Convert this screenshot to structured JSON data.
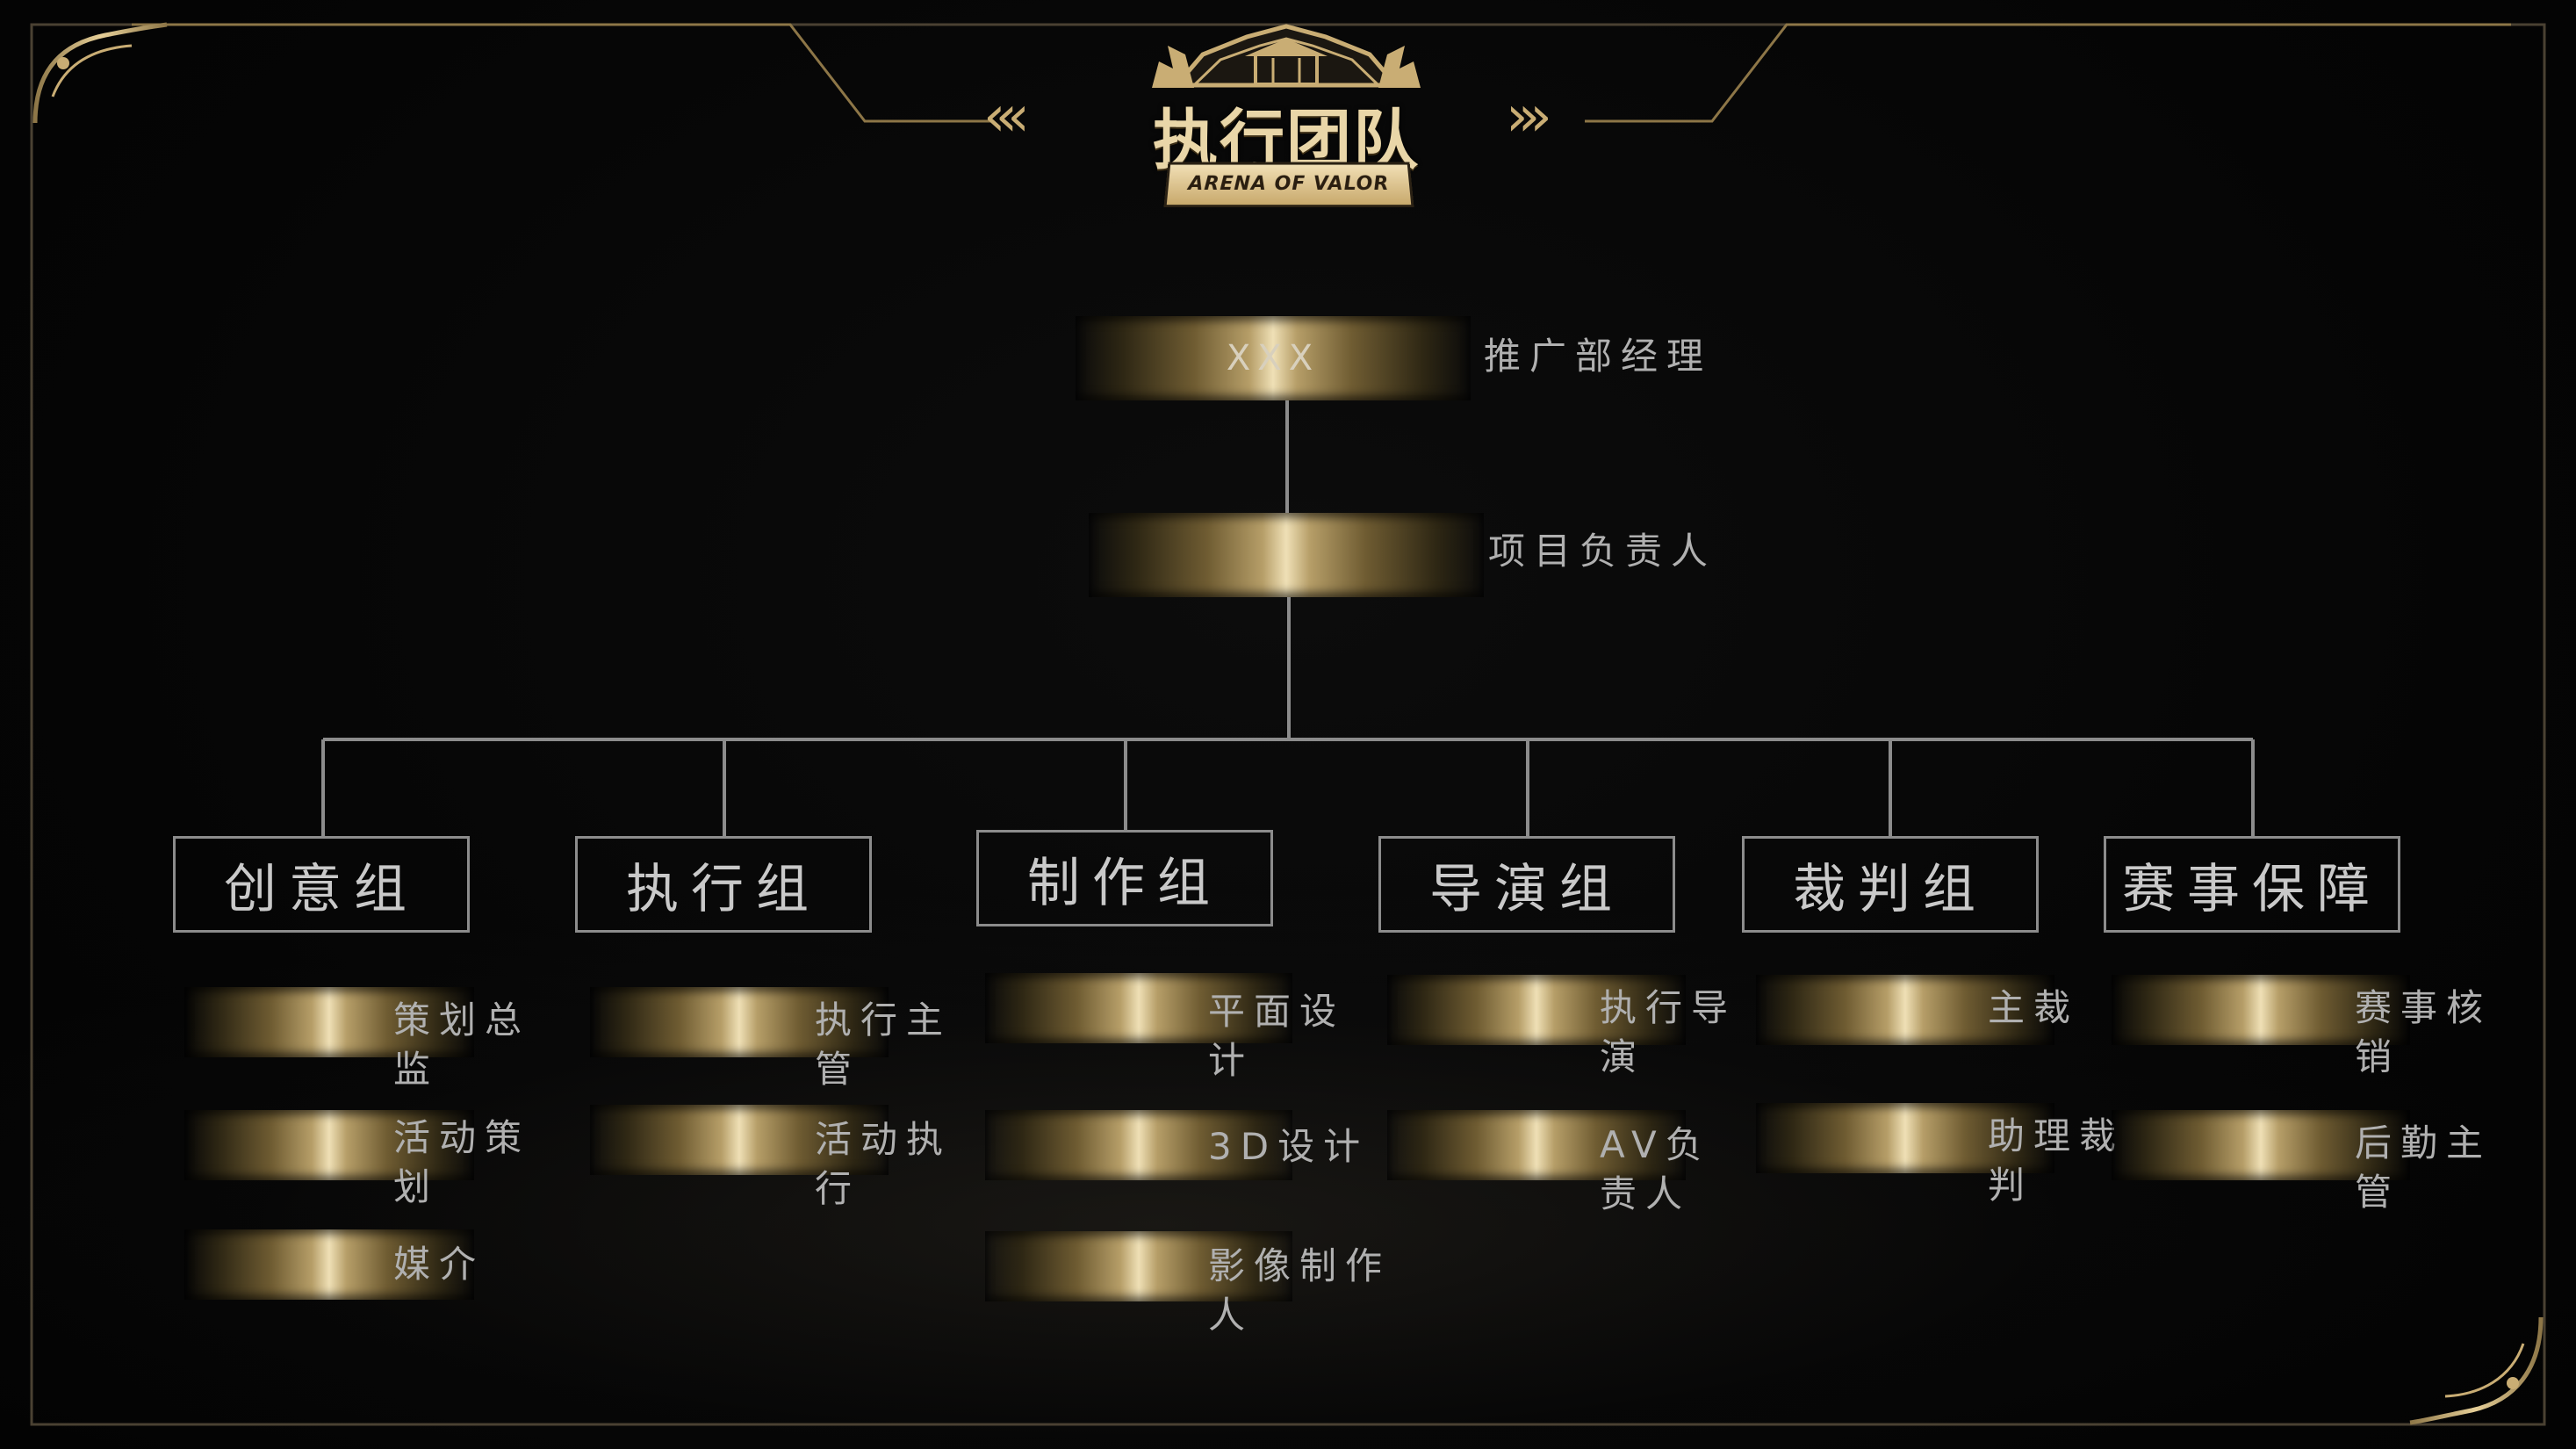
{
  "header": {
    "title": "执行团队",
    "subtitle": "ARENA OF VALOR"
  },
  "top": {
    "name_bar": "XXX",
    "role_1": "推广部经理",
    "role_2": "项目负责人"
  },
  "groups": [
    {
      "name": "创意组",
      "members": [
        "策划总监",
        "活动策划",
        "媒介"
      ]
    },
    {
      "name": "执行组",
      "members": [
        "执行主管",
        "活动执行"
      ]
    },
    {
      "name": "制作组",
      "members": [
        "平面设计",
        "3D设计",
        "影像制作人"
      ]
    },
    {
      "name": "导演组",
      "members": [
        "执行导演",
        "AV负责人"
      ]
    },
    {
      "name": "裁判组",
      "members": [
        "主裁",
        "助理裁判"
      ]
    },
    {
      "name": "赛事保障",
      "members": [
        "赛事核销",
        "后勤主管"
      ]
    }
  ],
  "colors": {
    "background": "#050505",
    "gold": "#c9ad74",
    "line": "#8c8c8c",
    "text": "#b0b0b0"
  }
}
